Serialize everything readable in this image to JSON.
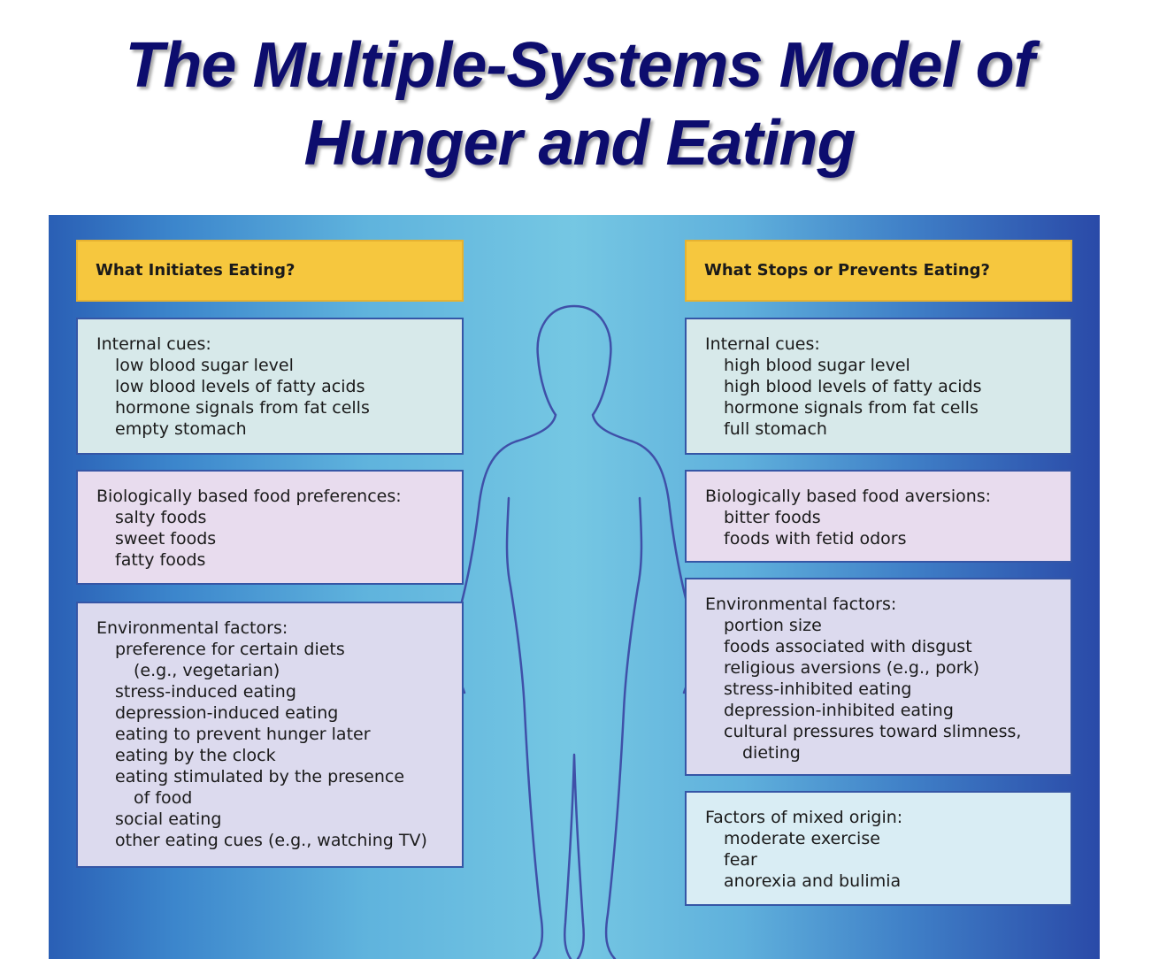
{
  "title": {
    "line1": "The Multiple-Systems Model of",
    "line2": "Hunger and Eating"
  },
  "left": {
    "header": "What Initiates Eating?",
    "internal": {
      "heading": "Internal cues:",
      "items": [
        "low blood sugar level",
        "low blood levels of fatty acids",
        "hormone signals from fat cells",
        "empty stomach"
      ]
    },
    "biological": {
      "heading": "Biologically based food preferences:",
      "items": [
        "salty foods",
        "sweet foods",
        "fatty foods"
      ]
    },
    "environmental": {
      "heading": "Environmental factors:",
      "items": [
        {
          "text": "preference for certain diets",
          "cont": "(e.g., vegetarian)"
        },
        {
          "text": "stress-induced eating"
        },
        {
          "text": "depression-induced eating"
        },
        {
          "text": "eating to prevent hunger later"
        },
        {
          "text": "eating by the clock"
        },
        {
          "text": "eating stimulated by the presence",
          "cont": "of food"
        },
        {
          "text": "social eating"
        },
        {
          "text": "other eating cues (e.g., watching TV)"
        }
      ]
    }
  },
  "right": {
    "header": "What Stops or Prevents Eating?",
    "internal": {
      "heading": "Internal cues:",
      "items": [
        "high blood sugar level",
        "high blood levels of fatty acids",
        "hormone signals from fat cells",
        "full stomach"
      ]
    },
    "biological": {
      "heading": "Biologically based food aversions:",
      "items": [
        "bitter foods",
        "foods with fetid odors"
      ]
    },
    "environmental": {
      "heading": "Environmental factors:",
      "items": [
        {
          "text": "portion size"
        },
        {
          "text": "foods associated with disgust"
        },
        {
          "text": "religious aversions (e.g., pork)"
        },
        {
          "text": "stress-inhibited eating"
        },
        {
          "text": "depression-inhibited eating"
        },
        {
          "text": "cultural pressures toward slimness,",
          "cont": "dieting"
        }
      ]
    },
    "mixed": {
      "heading": "Factors of mixed origin:",
      "items": [
        "moderate exercise",
        "fear",
        "anorexia and bulimia"
      ]
    }
  },
  "colors": {
    "title": "#0d0d6e",
    "header_fill": "#f6c73e",
    "internal_fill": "#d7e9ea",
    "biological_fill": "#e8dcee",
    "environmental_fill": "#dcdaee",
    "mixed_fill": "#d9edf4",
    "box_border": "#3556a6",
    "figure_outline": "#3f50a8"
  }
}
